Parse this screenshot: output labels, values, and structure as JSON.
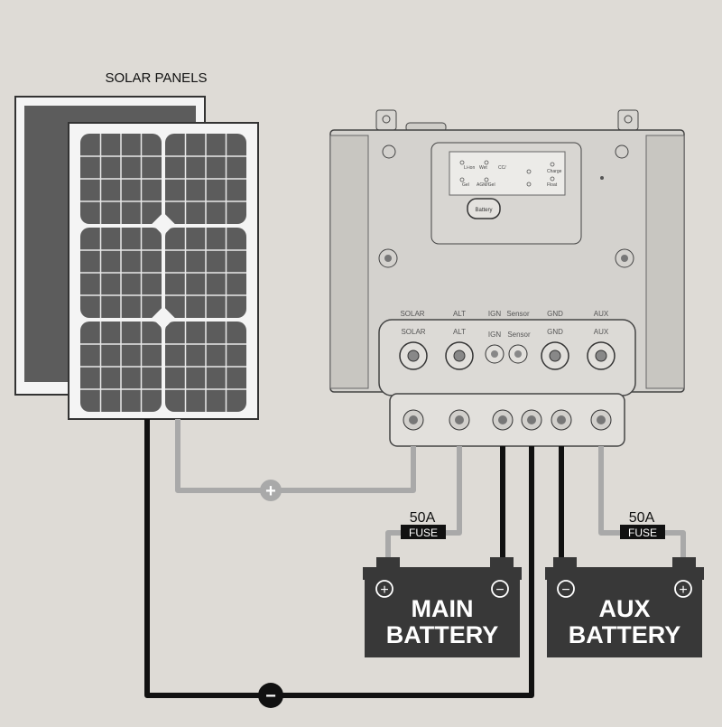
{
  "title": "SOLAR PANELS",
  "controller": {
    "button_label": "Battery",
    "led_labels": [
      "Li-ion",
      "Wet",
      "CC/",
      "Charge",
      "Gel",
      "AGM/Gel",
      "Float"
    ],
    "top_terminal_labels": [
      "SOLAR",
      "ALT",
      "IGN",
      "Sensor",
      "GND",
      "AUX"
    ],
    "terminal_labels": [
      "SOLAR",
      "ALT",
      "IGN",
      "Sensor",
      "GND",
      "AUX"
    ]
  },
  "fuses": [
    {
      "rating": "50A",
      "label": "FUSE"
    },
    {
      "rating": "50A",
      "label": "FUSE"
    }
  ],
  "batteries": {
    "main": {
      "line1": "MAIN",
      "line2": "BATTERY"
    },
    "aux": {
      "line1": "AUX",
      "line2": "BATTERY"
    }
  },
  "symbols": {
    "positive": "+",
    "negative": "−"
  },
  "colors": {
    "background": "#dedbd6",
    "panel_cell": "#5c5c5c",
    "positive_wire": "#a9a9a9",
    "negative_wire": "#111111",
    "battery_body": "#383838"
  }
}
